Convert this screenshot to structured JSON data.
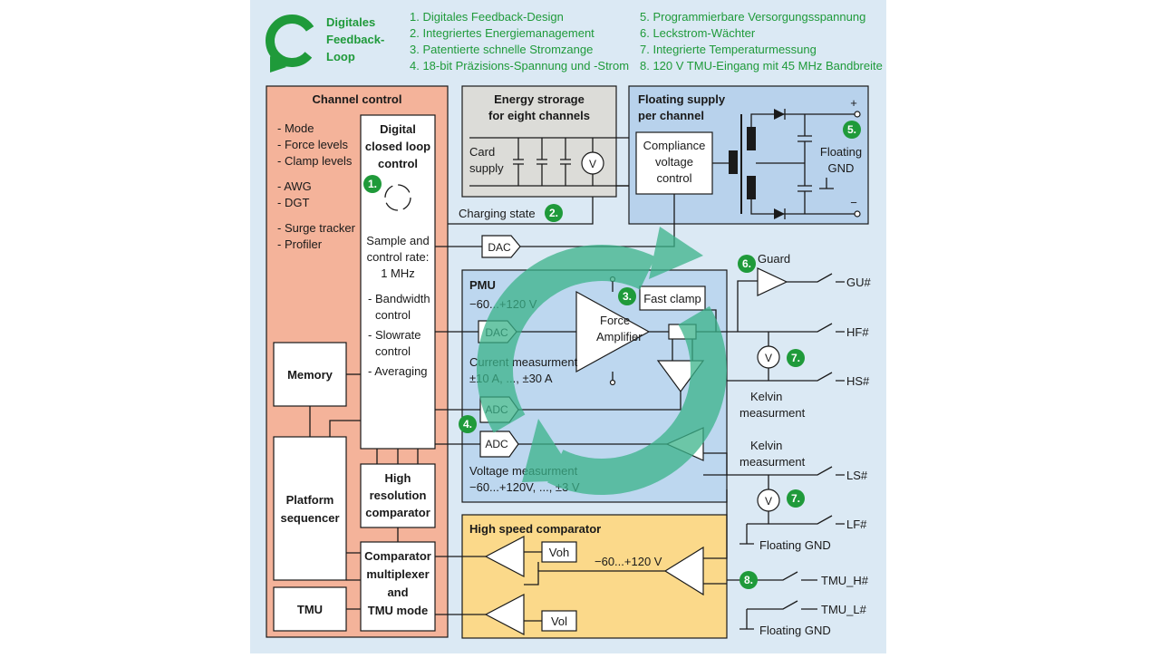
{
  "logo": {
    "line1": "Digitales",
    "line2": "Feedback-",
    "line3": "Loop"
  },
  "features": {
    "col1": [
      "1. Digitales Feedback-Design",
      "2. Integriertes Energiemanagement",
      "3. Patentierte schnelle Stromzange",
      "4. 18-bit Präzisions-Spannung und -Strom"
    ],
    "col2": [
      "5. Programmierbare Versorgungsspannung",
      "6. Leckstrom-Wächter",
      "7. Integrierte Temperaturmessung",
      "8. 120 V TMU-Eingang mit 45 MHz Bandbreite"
    ]
  },
  "channel_control": {
    "title": "Channel control",
    "list1": [
      "- Mode",
      "- Force levels",
      "- Clamp levels"
    ],
    "list2": [
      "- AWG",
      "- DGT"
    ],
    "list3": [
      "- Surge tracker",
      "- Profiler"
    ],
    "memory": "Memory",
    "platform": [
      "Platform",
      "sequencer"
    ],
    "tmu": "TMU"
  },
  "digital_loop": {
    "title": [
      "Digital",
      "closed loop",
      "control"
    ],
    "rate": [
      "Sample and",
      "control rate:",
      "1 MHz"
    ],
    "items": [
      "- Bandwidth",
      "control",
      "- Slowrate",
      "control",
      "- Averaging"
    ]
  },
  "hires_comp": [
    "High",
    "resolution",
    "comparator"
  ],
  "comp_mux": [
    "Comparator",
    "multiplexer",
    "and",
    "TMU mode"
  ],
  "energy": {
    "title": [
      "Energy strorage",
      "for eight channels"
    ],
    "card": [
      "Card",
      "supply"
    ],
    "meter": "V"
  },
  "floating": {
    "title": [
      "Floating supply",
      "per channel"
    ],
    "compliance": [
      "Compliance",
      "voltage",
      "control"
    ],
    "gnd": [
      "Floating",
      "GND"
    ],
    "plus": "+",
    "minus": "−"
  },
  "charging": "Charging state",
  "dac_top": "DAC",
  "pmu": {
    "title": "PMU",
    "range": "−60...+120 V",
    "dac": "DAC",
    "force": [
      "Force",
      "Amplifier"
    ],
    "fast_clamp": "Fast clamp",
    "current": [
      "Current measurment",
      "±10 A, ..., ±30 A"
    ],
    "adc1": "ADC",
    "adc2": "ADC",
    "voltage": [
      "Voltage measurment",
      "−60...+120V, ..., ±3 V"
    ]
  },
  "right": {
    "guard": "Guard",
    "gu": "GU#",
    "hf": "HF#",
    "hs": "HS#",
    "kelvin1": [
      "Kelvin",
      "measurment"
    ],
    "kelvin2": [
      "Kelvin",
      "measurment"
    ],
    "ls": "LS#",
    "lf": "LF#",
    "fgnd1": "Floating GND",
    "tmuh": "TMU_H#",
    "tmul": "TMU_L#",
    "fgnd2": "Floating GND",
    "meter": "V"
  },
  "hsc": {
    "title": "High speed comparator",
    "voh": "Voh",
    "vol": "Vol",
    "range": "−60...+120 V"
  },
  "badges": [
    "1.",
    "2.",
    "3.",
    "4.",
    "5.",
    "6.",
    "7.",
    "7.",
    "8."
  ],
  "colors": {
    "bg": "#dbe9f4",
    "channel": "#f4b39a",
    "energy": "#dcdcd8",
    "floating": "#b8d2ec",
    "pmu": "#bdd7ef",
    "hsc": "#fbd98a",
    "green": "#1f9a3a",
    "loop": "#3bb38a"
  }
}
